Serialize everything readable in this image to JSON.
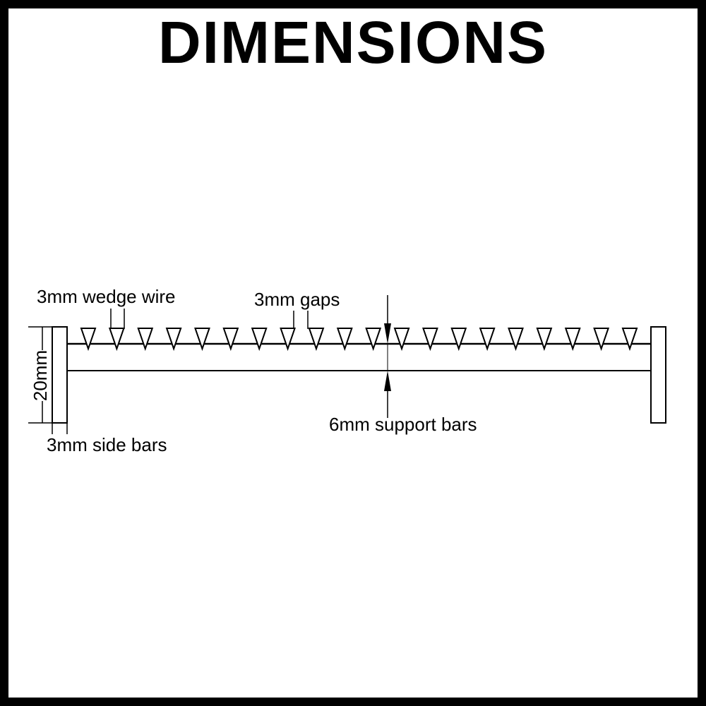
{
  "title": "DIMENSIONS",
  "labels": {
    "wedge_wire": "3mm wedge wire",
    "gaps": "3mm gaps",
    "height": "20mm",
    "support_bars": "6mm support bars",
    "side_bars": "3mm side bars"
  },
  "wedge_wire_count": 20,
  "colors": {
    "line": "#000000",
    "background": "#ffffff",
    "frame": "#000000"
  }
}
